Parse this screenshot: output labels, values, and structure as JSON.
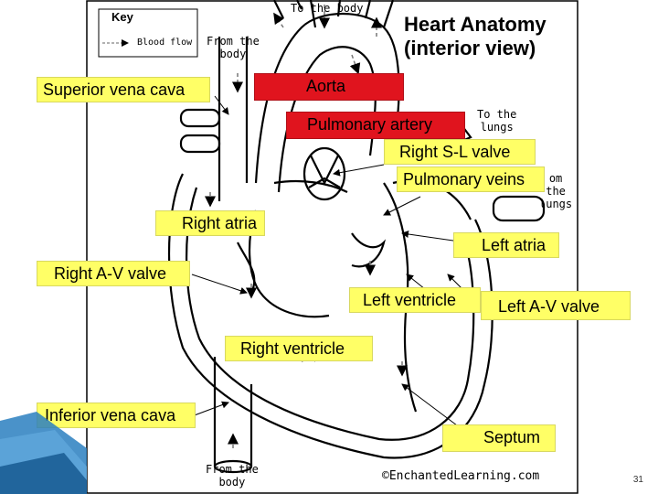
{
  "title_line1": "Heart Anatomy",
  "title_line2": "(interior view)",
  "key": {
    "heading": "Key",
    "legend": "Blood flow"
  },
  "flow_notes": {
    "to_body_top": "To the body",
    "from_body_top_line1": "From the",
    "from_body_top_line2": "body",
    "to_lungs_line1": "To the",
    "to_lungs_line2": "lungs",
    "from_lungs_line1": "om",
    "from_lungs_line2": "the",
    "from_lungs_line3": "lungs",
    "from_body_bottom_line1": "From the",
    "from_body_bottom_line2": "body"
  },
  "labels": {
    "superior_vena_cava": "Superior vena cava",
    "aorta": "Aorta",
    "pulmonary_artery": "Pulmonary artery",
    "right_sl_valve": "Right S-L valve",
    "pulmonary_veins": "Pulmonary veins",
    "right_atria": "Right atria",
    "left_atria": "Left atria",
    "right_av_valve": "Right A-V valve",
    "left_ventricle": "Left ventricle",
    "left_av_valve": "Left A-V valve",
    "right_ventricle": "Right ventricle",
    "inferior_vena_cava": "Inferior vena cava",
    "septum": "Septum"
  },
  "credit": "©EnchantedLearning.com",
  "page_number": "31",
  "colors": {
    "label_yellow": "#ffff66",
    "label_red": "#e0141e",
    "corner_blue": "#2a7fc0"
  }
}
